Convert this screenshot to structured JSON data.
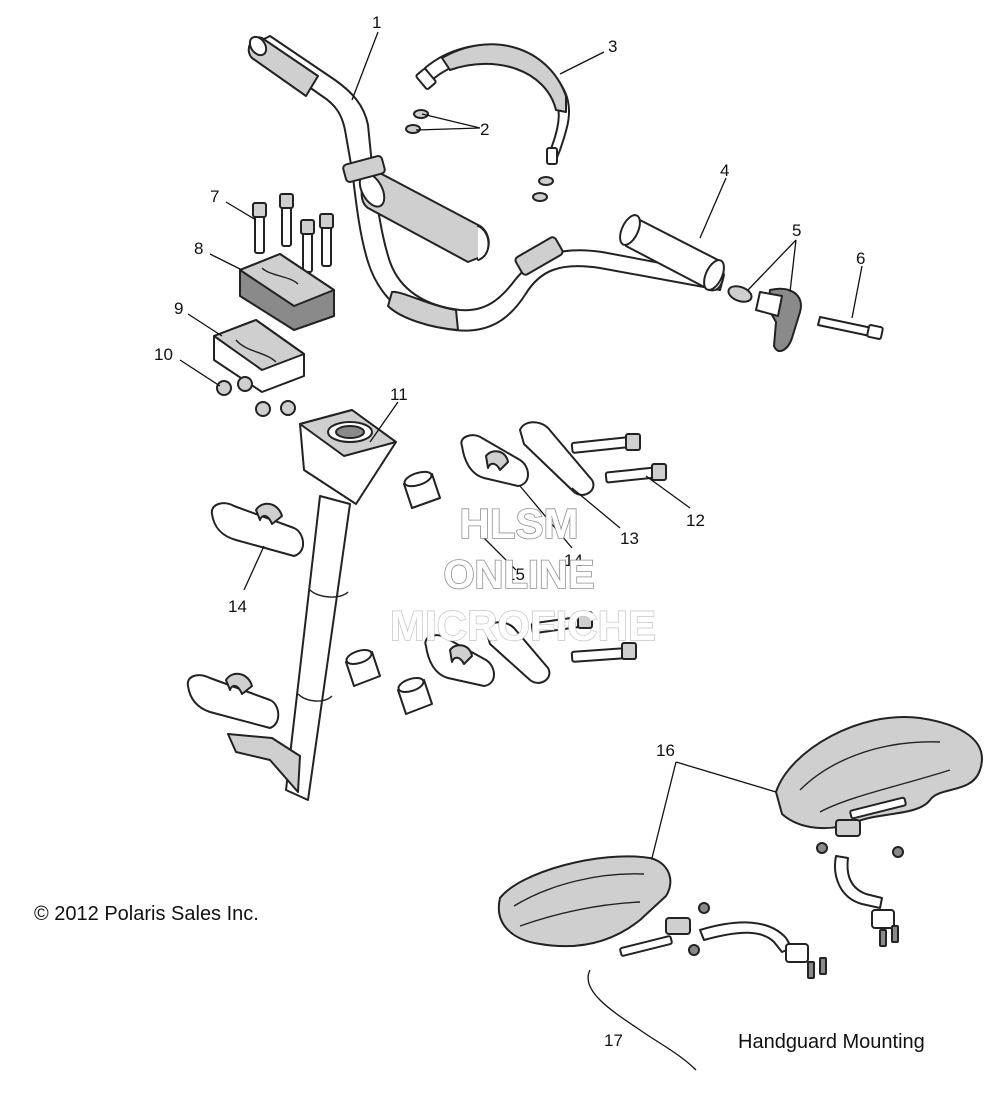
{
  "callouts": {
    "c1": "1",
    "c2": "2",
    "c3": "3",
    "c4": "4",
    "c5": "5",
    "c6": "6",
    "c7": "7",
    "c8": "8",
    "c9": "9",
    "c10": "10",
    "c11": "11",
    "c12": "12",
    "c13": "13",
    "c14a": "14",
    "c14b": "14",
    "c15": "15",
    "c16": "16",
    "c17": "17"
  },
  "watermark": {
    "line1": "HLSM",
    "line2": "ONLINE",
    "line3": "MICROFICHE"
  },
  "copyright": "© 2012 Polaris Sales Inc.",
  "inset_caption": "Handguard Mounting"
}
